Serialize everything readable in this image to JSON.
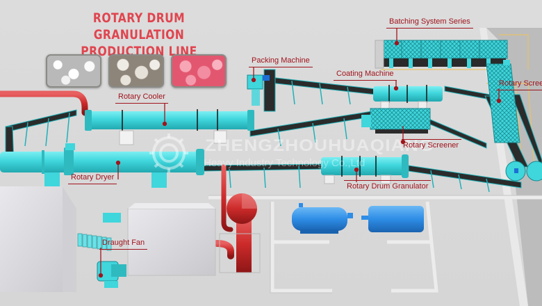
{
  "title": {
    "line1": "ROTARY DRUM GRANULATION",
    "line2": "PRODUCTION LINE"
  },
  "samples": [
    {
      "name": "white-granules",
      "color": "#f1f1f1"
    },
    {
      "name": "grey-white-granules",
      "color": "#d8d4cc"
    },
    {
      "name": "pink-granules",
      "color": "#ee6f86"
    }
  ],
  "labels": {
    "batching_system": "Batching System Series",
    "packing_machine": "Packing Machine",
    "coating_machine": "Coating Machine",
    "rotary_screener_top": "Rotary Screener",
    "rotary_cooler": "Rotary Cooler",
    "rotary_screener": "Rotary Screener",
    "rotary_dryer": "Rotary Dryer",
    "rotary_drum_granulator": "Rotary Drum Granulator",
    "draught_fan": "Draught Fan"
  },
  "watermark": {
    "company": "ZHENGZHOUHUAQIANG",
    "subtitle": "Heavy Industry Technology Co.,Ltd"
  },
  "colors": {
    "title": "#e0454f",
    "label": "#a0141c",
    "machine": "#3fd6dc",
    "pipe": "#cc2a2a",
    "belt": "#2b2b2b",
    "tank": "#2e8de6"
  }
}
